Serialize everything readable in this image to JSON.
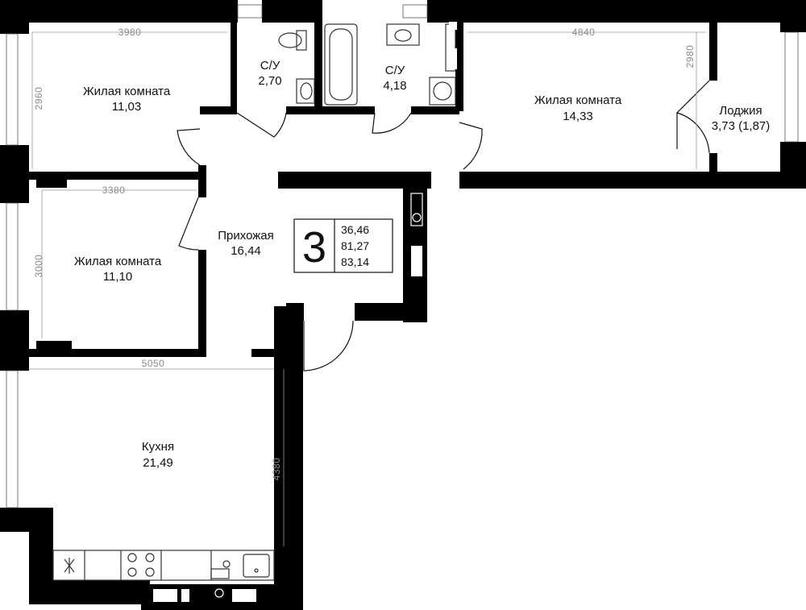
{
  "rooms": {
    "bedroom1": {
      "name": "Жилая комната",
      "area": "11,03"
    },
    "wc1": {
      "name": "С/У",
      "area": "2,70"
    },
    "wc2": {
      "name": "С/У",
      "area": "4,18"
    },
    "bedroom3": {
      "name": "Жилая комната",
      "area": "14,33"
    },
    "loggia": {
      "name": "Лоджия",
      "area": "3,73 (1,87)"
    },
    "bedroom2": {
      "name": "Жилая комната",
      "area": "11,10"
    },
    "hallway": {
      "name": "Прихожая",
      "area": "16,44"
    },
    "kitchen": {
      "name": "Кухня",
      "area": "21,49"
    }
  },
  "dimensions": {
    "bedroom1_width": "3980",
    "bedroom1_height": "2960",
    "bedroom3_width": "4840",
    "bedroom3_height": "2980",
    "bedroom2_width": "3380",
    "bedroom2_height": "3000",
    "kitchen_width": "5050",
    "kitchen_height": "4380"
  },
  "summary": {
    "rooms_count": "3",
    "living_area": "36,46",
    "total_area": "81,27",
    "area_with_loggia": "83,14"
  },
  "colors": {
    "wall": "#000000",
    "background": "#ffffff",
    "dimension": "#8a8a8a"
  }
}
